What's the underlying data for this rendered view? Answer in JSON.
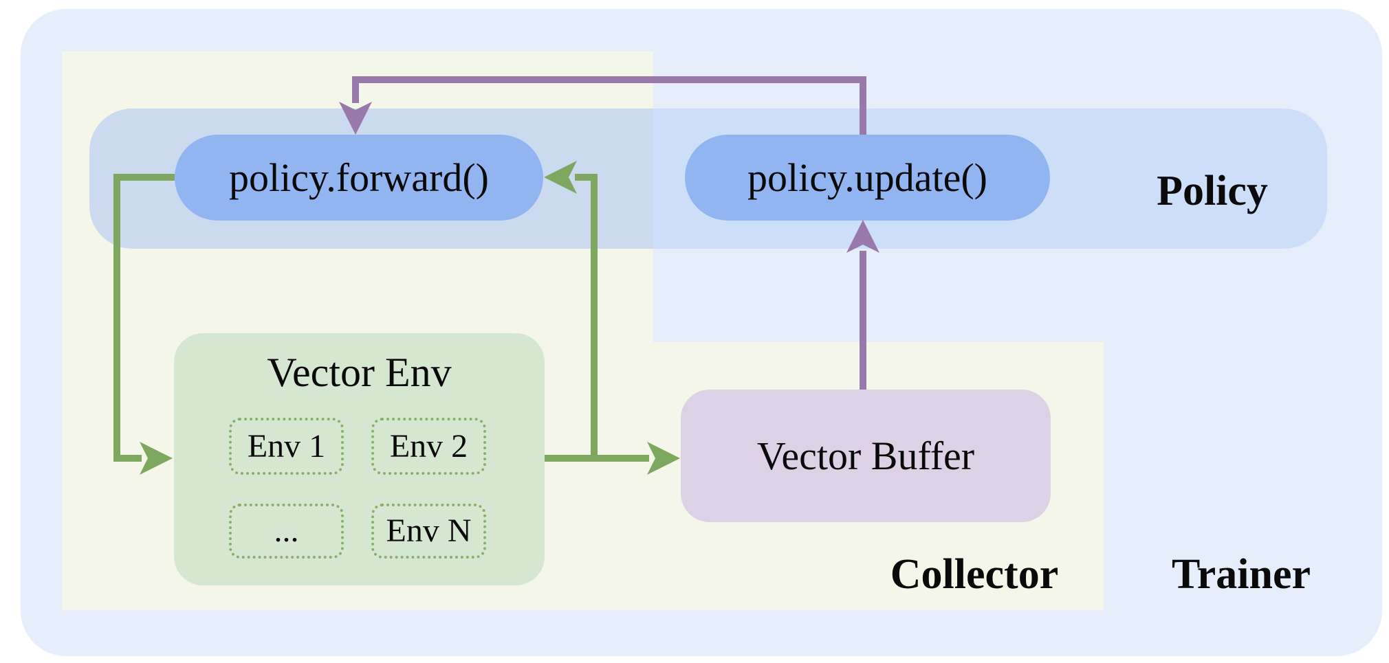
{
  "colors": {
    "page_bg": "#ffffff",
    "trainer_bg": "#e6edfb",
    "collector_bg": "#f3f6e8",
    "policy_band_cream": "#cbdaef",
    "policy_band_blue": "#cddef8",
    "node_blue": "#92b4f0",
    "env_green": "#d6e7d1",
    "env_border": "#86b268",
    "buffer_lavender": "#ddd1e6",
    "arrow_green": "#7ea75f",
    "arrow_purple": "#9879a9",
    "text_color": "#0a0a0a"
  },
  "regions": {
    "trainer_label": "Trainer",
    "collector_label": "Collector",
    "policy_label": "Policy"
  },
  "nodes": {
    "policy_forward_label": "policy.forward()",
    "policy_update_label": "policy.update()",
    "vector_env_title": "Vector Env",
    "vector_buffer_label": "Vector Buffer",
    "envs": [
      "Env 1",
      "Env 2",
      "...",
      "Env N"
    ]
  },
  "edges": [
    {
      "from": "policy.forward()",
      "to": "Vector Env",
      "color": "green"
    },
    {
      "from": "Vector Env",
      "to": "Vector Buffer",
      "color": "green"
    },
    {
      "from": "Vector Env",
      "to": "policy.forward()",
      "color": "green"
    },
    {
      "from": "Vector Buffer",
      "to": "policy.update()",
      "color": "purple"
    },
    {
      "from": "policy.update()",
      "to": "policy.forward()",
      "color": "purple"
    }
  ]
}
